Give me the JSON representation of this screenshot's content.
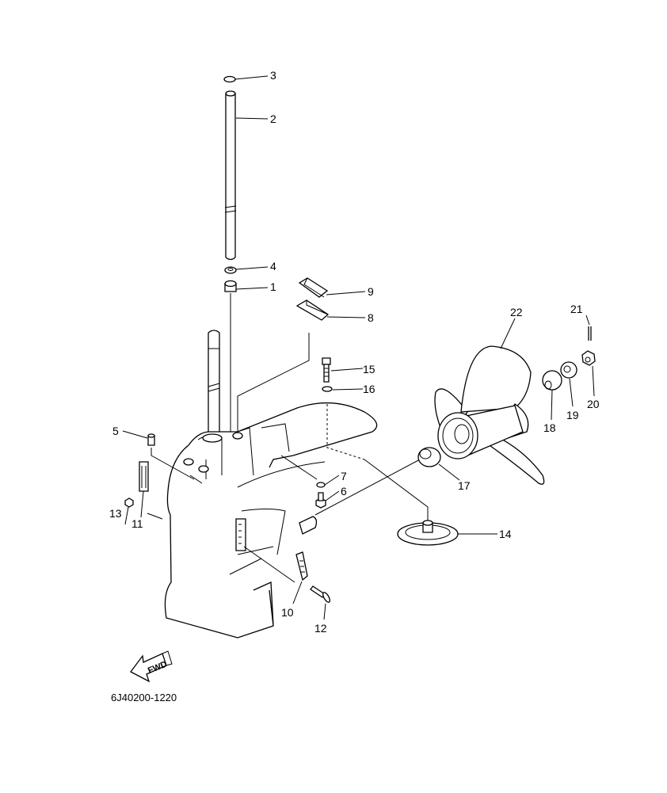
{
  "diagram_code": "6J40200-1220",
  "fwd_arrow_label": "FWD",
  "callouts": {
    "c1": "1",
    "c2": "2",
    "c3": "3",
    "c4": "4",
    "c5": "5",
    "c6": "6",
    "c7": "7",
    "c8": "8",
    "c9": "9",
    "c10": "10",
    "c11": "11",
    "c12": "12",
    "c13": "13",
    "c14": "14",
    "c15": "15",
    "c16": "16",
    "c17": "17",
    "c18": "18",
    "c19": "19",
    "c20": "20",
    "c21": "21",
    "c22": "22"
  }
}
